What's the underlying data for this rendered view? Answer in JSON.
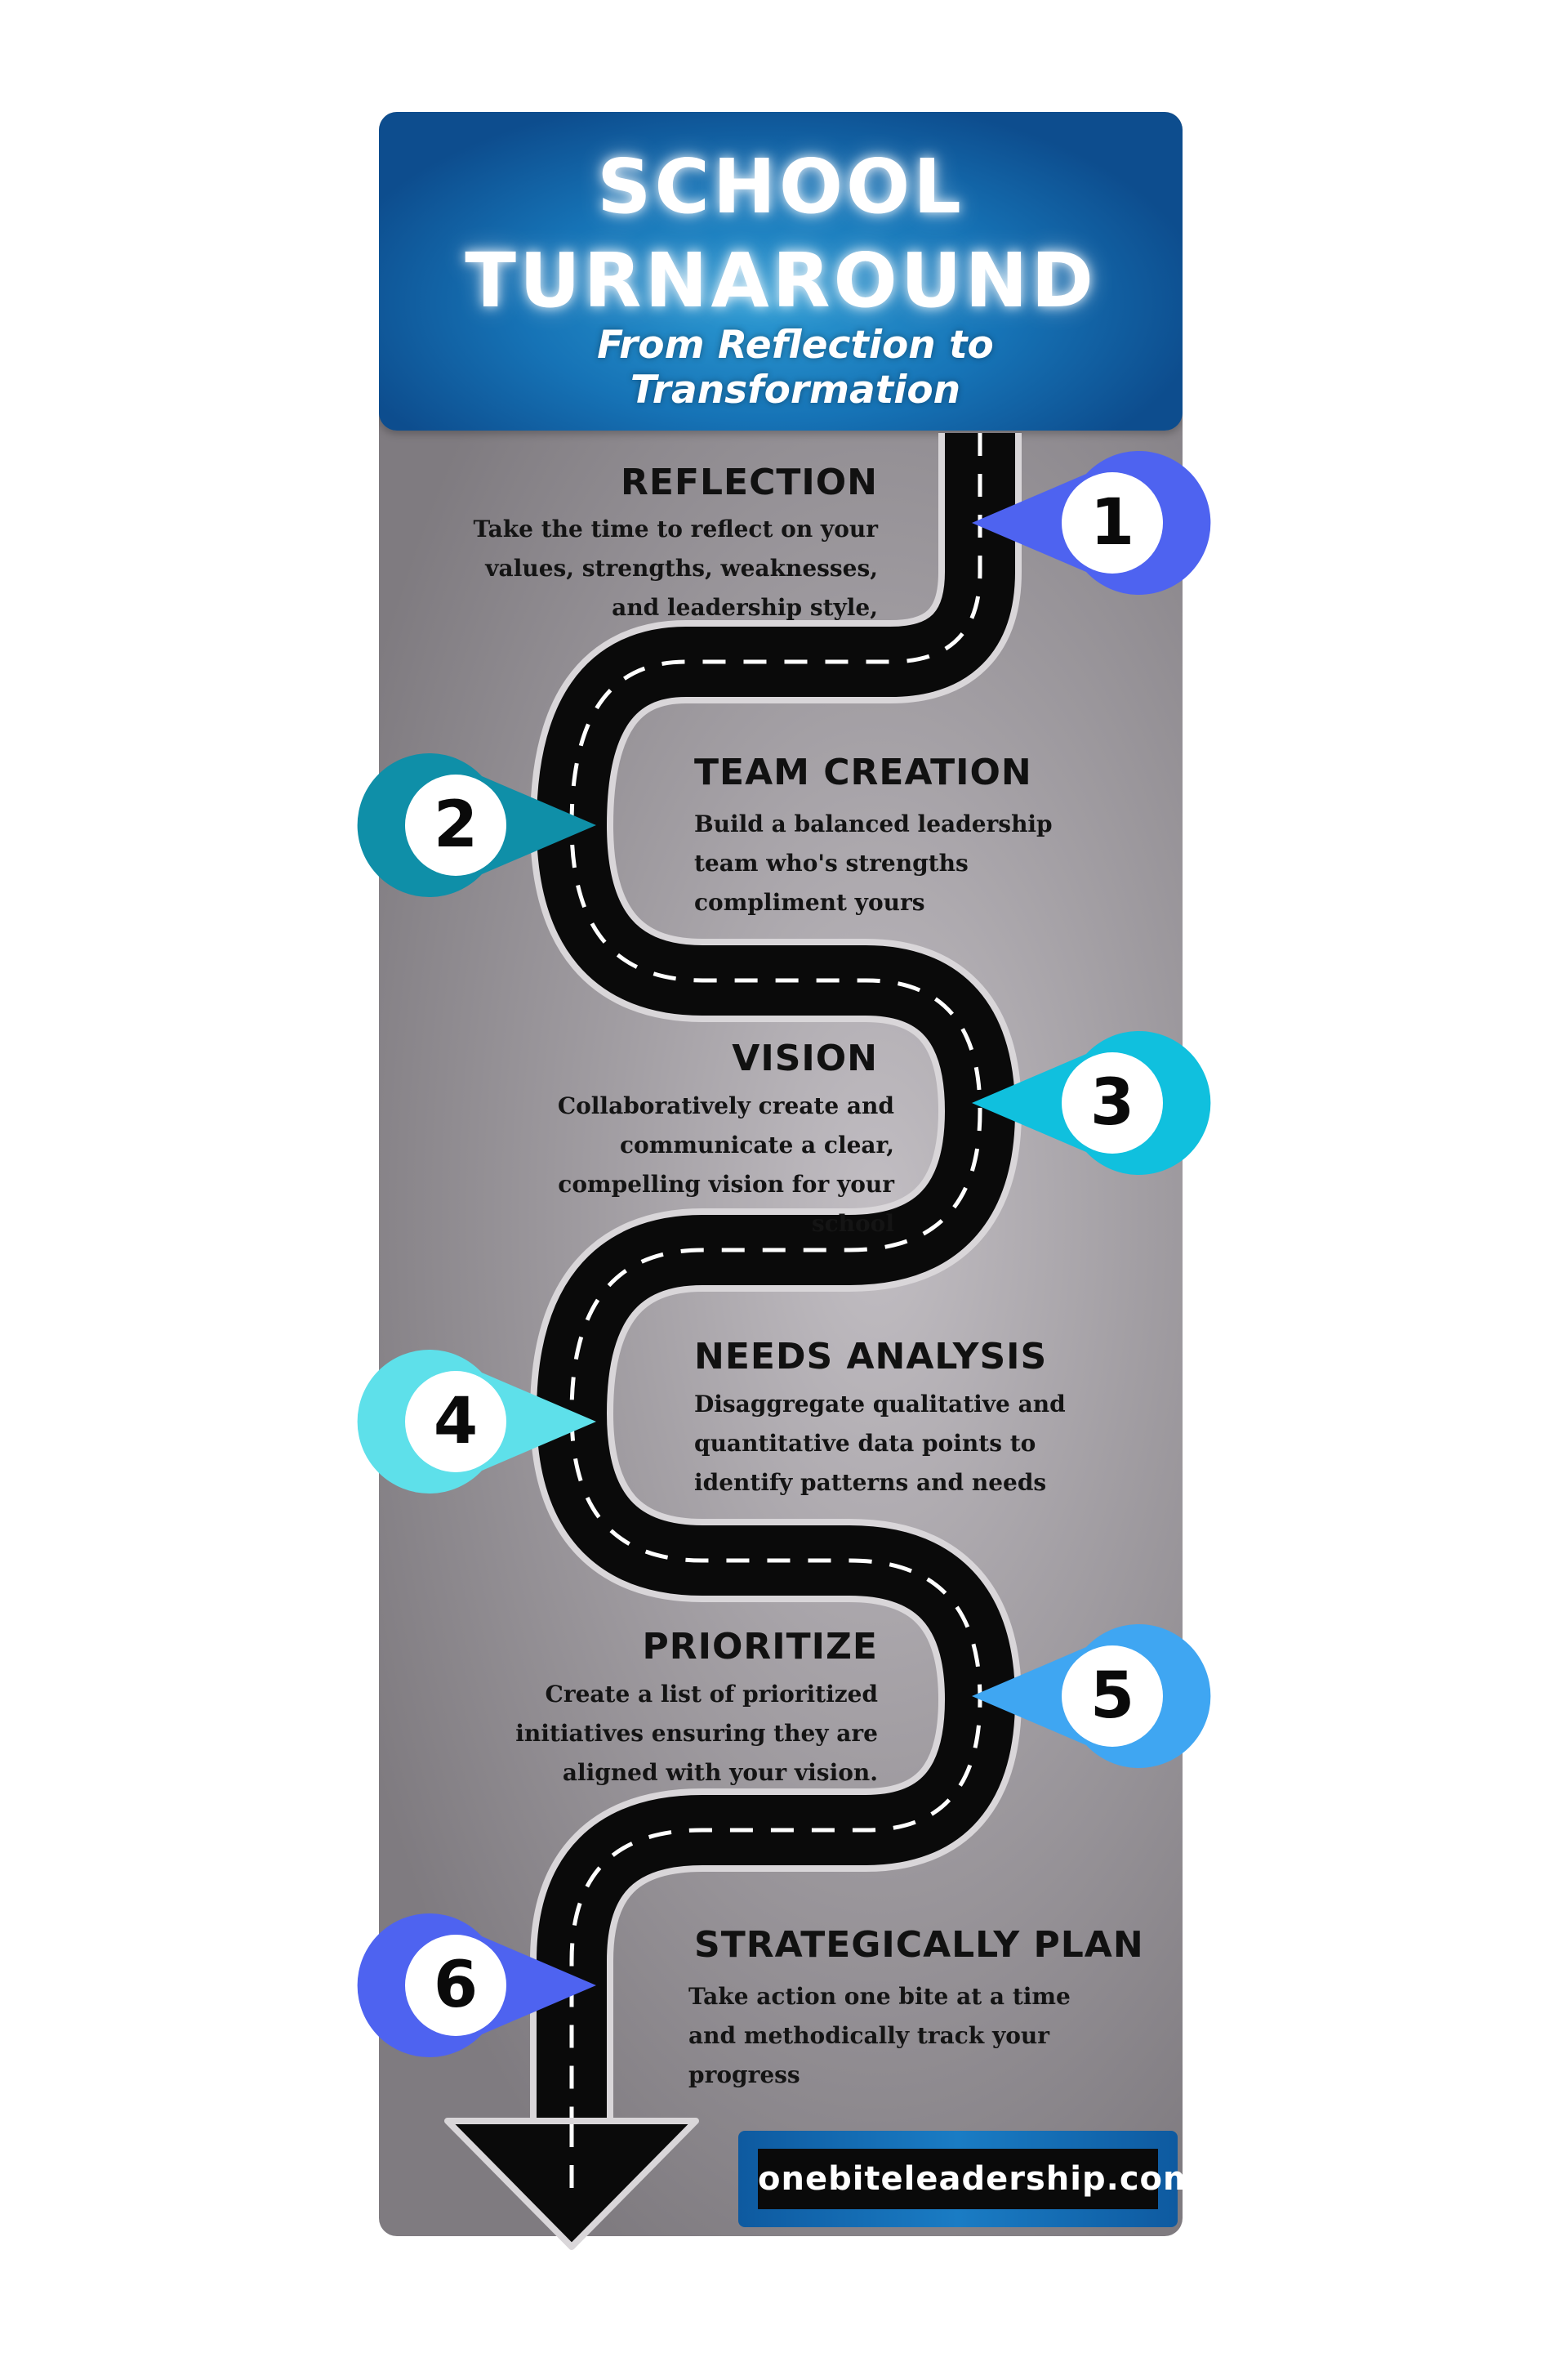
{
  "header": {
    "title_line1": "SCHOOL",
    "title_line2": "TURNAROUND",
    "subtitle": "From Reflection to Transformation"
  },
  "steps": [
    {
      "number": "1",
      "title": "REFLECTION",
      "description": "Take the time to reflect on your values, strengths, weaknesses, and leadership style,",
      "color": "#4e63f0"
    },
    {
      "number": "2",
      "title": "TEAM CREATION",
      "description": "Build a balanced  leadership team who's strengths compliment yours",
      "color": "#0f8fa8"
    },
    {
      "number": "3",
      "title": "VISION",
      "description": "Collaboratively create and communicate a clear, compelling vision for your school",
      "color": "#10c0de"
    },
    {
      "number": "4",
      "title": "NEEDS ANALYSIS",
      "description": "Disaggregate qualitative and quantitative data points to identify patterns and needs",
      "color": "#5ee0ea"
    },
    {
      "number": "5",
      "title": "PRIORITIZE",
      "description": "Create a list of prioritized initiatives ensuring they are aligned with your vision.",
      "color": "#3fa6f2"
    },
    {
      "number": "6",
      "title": "STRATEGICALLY PLAN",
      "description": "Take action one bite at a time and methodically track your progress",
      "color": "#4e63f0"
    }
  ],
  "footer": {
    "website": "onebiteleadership.com"
  }
}
